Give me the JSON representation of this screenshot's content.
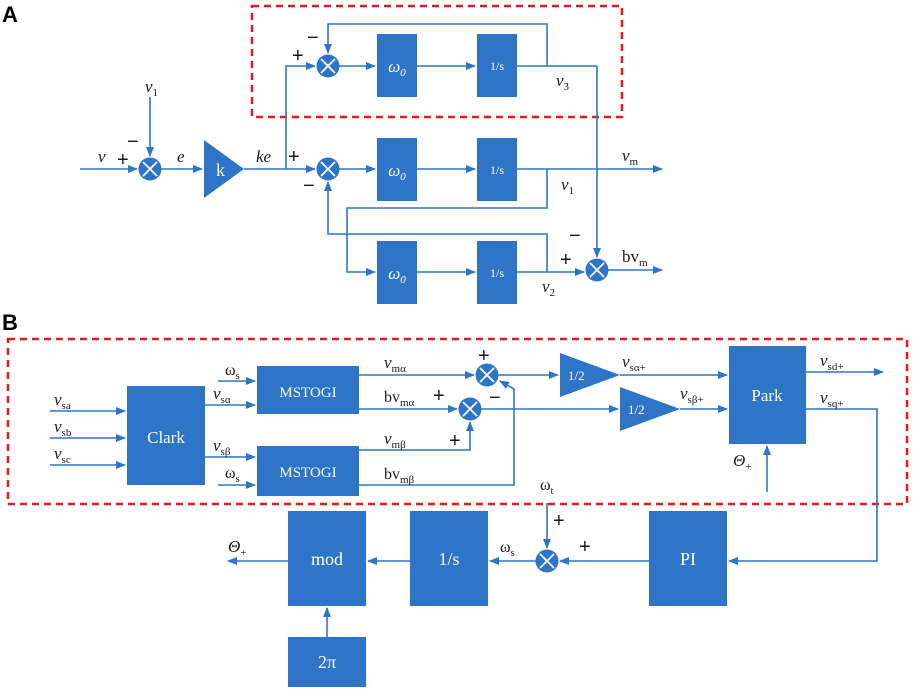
{
  "panel_a": {
    "label": "A",
    "gain_k": "k",
    "omega0": "ω",
    "omega0_sub": "0",
    "integrator": "1/s",
    "sig_v": "v",
    "sig_v1": "v",
    "sig_v1_sub": "1",
    "sig_e": "e",
    "sig_ke": "ke",
    "sig_v3": "v",
    "sig_v3_sub": "3",
    "sig_vm": "v",
    "sig_vm_sub": "m",
    "sig_v1b": "v",
    "sig_v1b_sub": "1",
    "sig_v2": "v",
    "sig_v2_sub": "2",
    "sig_bvm": "bv",
    "sig_bvm_sub": "m",
    "plus": "+",
    "minus": "−"
  },
  "panel_b": {
    "label": "B",
    "clark": "Clark",
    "mstogi": "MSTOGI",
    "half": "1/2",
    "park": "Park",
    "pi": "PI",
    "integrator": "1/s",
    "mod": "mod",
    "two_pi": "2π",
    "vsa": "v",
    "vsa_sub": "sa",
    "vsb": "v",
    "vsb_sub": "sb",
    "vsc": "v",
    "vsc_sub": "sc",
    "vsalpha": "v",
    "vsalpha_sub": "sα",
    "vsbeta": "v",
    "vsbeta_sub": "sβ",
    "omega_s": "ω",
    "omega_s_sub": "s",
    "vmalpha": "v",
    "vmalpha_sub": "mα",
    "bvmalpha": "bv",
    "bvmalpha_sub": "mα",
    "vmbeta": "v",
    "vmbeta_sub": "mβ",
    "bvmbeta": "bv",
    "bvmbeta_sub": "mβ",
    "vsa_plus": "v",
    "vsa_plus_sub": "sα+",
    "vsb_plus": "v",
    "vsb_plus_sub": "sβ+",
    "vsd_plus": "v",
    "vsd_plus_sub": "sd+",
    "vsq_plus": "v",
    "vsq_plus_sub": "sq+",
    "theta_plus": "Θ",
    "theta_plus_sub": "+",
    "omega_t": "ω",
    "omega_t_sub": "t",
    "plus": "+",
    "minus": "−"
  }
}
